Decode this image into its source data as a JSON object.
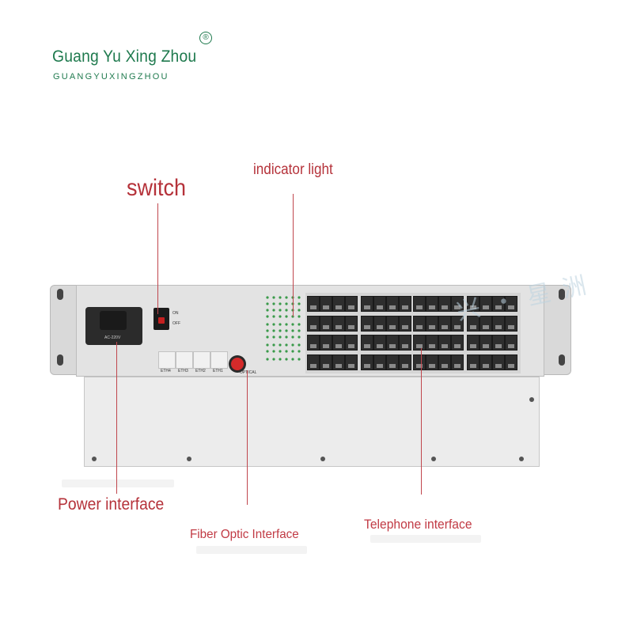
{
  "logo": {
    "name": "Guang Yu Xing Zhou",
    "subtitle": "GUANGYUXINGZHOU",
    "registered": "®"
  },
  "labels": {
    "switch": "switch",
    "indicator": "indicator light",
    "power": "Power interface",
    "fiber": "Fiber Optic Interface",
    "telephone": "Telephone interface"
  },
  "device": {
    "power_rating": "AC-220V",
    "switch_on": "ON",
    "switch_off": "OFF",
    "eth_ports": [
      "ETH4",
      "ETH3",
      "ETH2",
      "ETH1"
    ],
    "fiber_port": "OPTICAL",
    "icons": [
      "iec-power-socket-icon",
      "rocker-switch-icon",
      "fiber-port-icon",
      "rj11-jack-icon",
      "led-icon"
    ]
  },
  "colors": {
    "brand": "#1f7a4e",
    "callout": "#b5323a",
    "chassis": "#e3e3e3"
  }
}
